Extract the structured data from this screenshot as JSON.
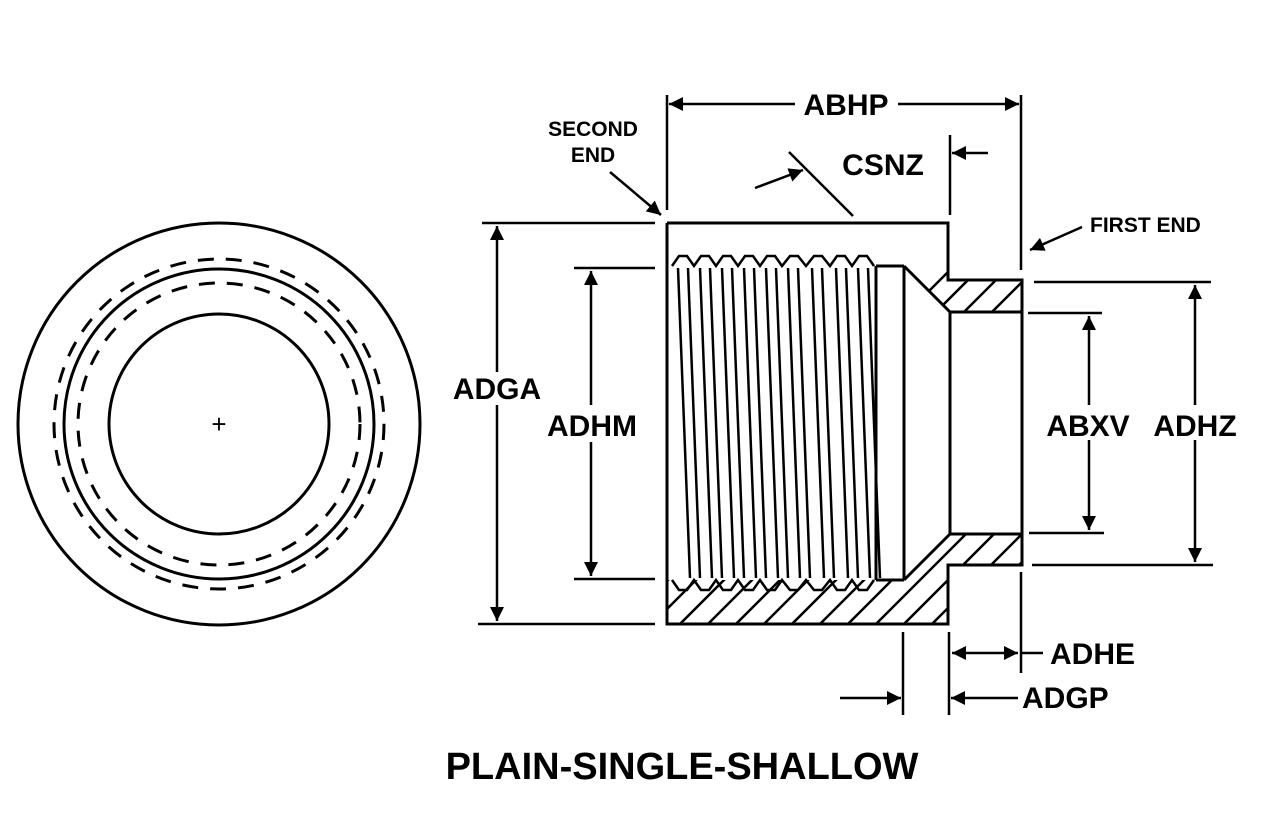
{
  "drawing": {
    "title": "PLAIN-SINGLE-SHALLOW",
    "end_view": {
      "center_mark": "+"
    },
    "labels": {
      "second_end_line1": "SECOND",
      "second_end_line2": "END",
      "first_end": "FIRST END"
    },
    "dimensions": {
      "overall_length": "ABHP",
      "chamfer": "CSNZ",
      "outside_diameter": "ADGA",
      "thread_diameter": "ADHM",
      "bore_diameter": "ABXV",
      "hub_diameter": "ADHZ",
      "hub_length": "ADHE",
      "counterbore_depth": "ADGP"
    }
  }
}
